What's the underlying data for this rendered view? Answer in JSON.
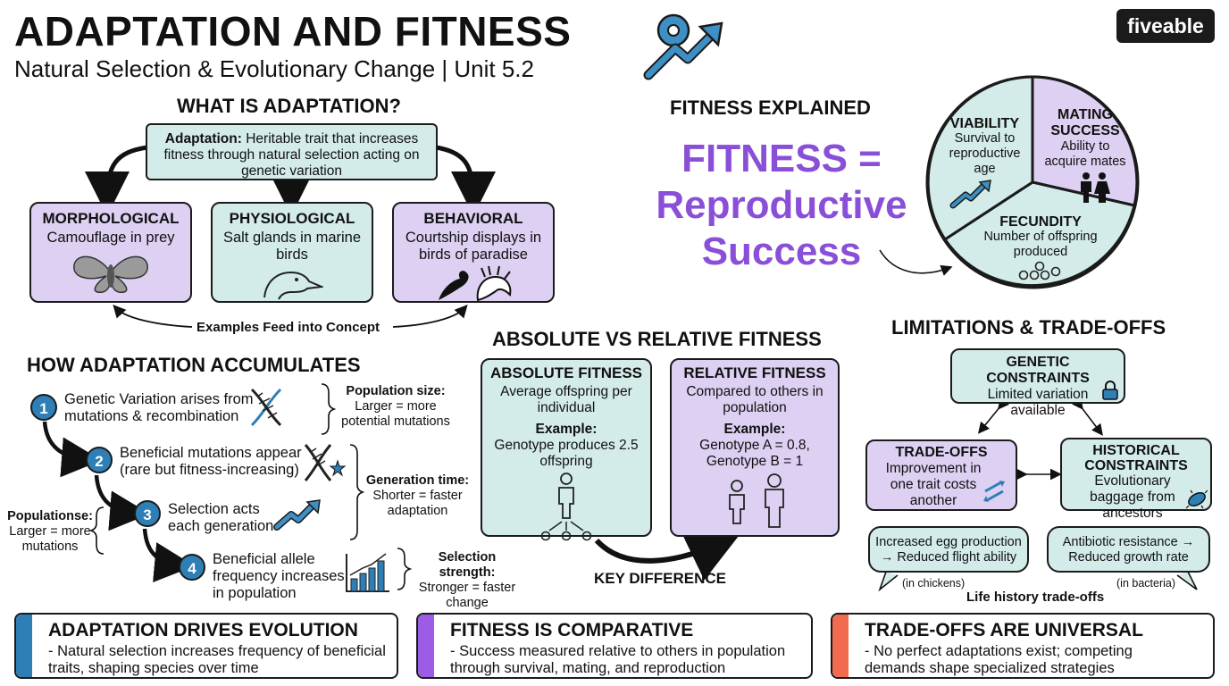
{
  "header": {
    "title": "ADAPTATION AND FITNESS",
    "subtitle": "Natural Selection & Evolutionary Change | Unit 5.2",
    "brand": "fiveable"
  },
  "adaptation": {
    "heading": "WHAT IS ADAPTATION?",
    "definition_label": "Adaptation:",
    "definition_text": "Heritable trait that increases fitness through natural selection acting on genetic variation",
    "types": [
      {
        "title": "MORPHOLOGICAL",
        "text": "Camouflage in prey",
        "icon": "moth-icon"
      },
      {
        "title": "PHYSIOLOGICAL",
        "text": "Salt glands in marine birds",
        "icon": "bird-head-icon"
      },
      {
        "title": "BEHAVIORAL",
        "text": "Courtship displays in birds of paradise",
        "icon": "bird-of-paradise-icon"
      }
    ],
    "feed_label": "Examples Feed into Concept"
  },
  "accumulation": {
    "heading": "HOW ADAPTATION ACCUMULATES",
    "steps": [
      {
        "num": "1",
        "text": "Genetic Variation arises from mutations & recombination"
      },
      {
        "num": "2",
        "text": "Beneficial mutations appear (rare but fitness-increasing)"
      },
      {
        "num": "3",
        "text": "Selection acts each generation"
      },
      {
        "num": "4",
        "text": "Beneficial allele frequency increases in population"
      }
    ],
    "factors": [
      {
        "label": "Population size:",
        "text": "Larger = more potential mutations"
      },
      {
        "label": "Generation time:",
        "text": "Shorter = faster adaptation"
      },
      {
        "label": "Selection strength:",
        "text": "Stronger = faster change"
      }
    ],
    "left_factor": {
      "label": "Populationse:",
      "text": "Larger = more mutations"
    }
  },
  "fitness": {
    "heading": "FITNESS EXPLAINED",
    "equation_line1": "FITNESS =",
    "equation_line2": "Reproductive",
    "equation_line3": "Success",
    "components": [
      {
        "title": "VIABILITY",
        "text": "Survival to reproductive age"
      },
      {
        "title": "MATING SUCCESS",
        "text": "Ability to acquire mates"
      },
      {
        "title": "FECUNDITY",
        "text": "Number of offspring produced"
      }
    ]
  },
  "abs_rel": {
    "heading": "ABSOLUTE VS RELATIVE FITNESS",
    "absolute": {
      "title": "ABSOLUTE FITNESS",
      "text": "Average offspring per individual",
      "example_label": "Example:",
      "example_text": "Genotype produces 2.5 offspring"
    },
    "relative": {
      "title": "RELATIVE FITNESS",
      "text": "Compared to others in population",
      "example_label": "Example:",
      "example_text": "Genotype A = 0.8, Genotype B = 1"
    },
    "key_difference": "KEY DIFFERENCE"
  },
  "limits": {
    "heading": "LIMITATIONS & TRADE-OFFS",
    "genetic": {
      "title": "GENETIC CONSTRAINTS",
      "text": "Limited variation available"
    },
    "tradeoffs": {
      "title": "TRADE-OFFS",
      "text": "Improvement in one trait costs another"
    },
    "historical": {
      "title": "HISTORICAL CONSTRAINTS",
      "text": "Evolutionary baggage from ancestors"
    },
    "example1": {
      "text": "Increased egg production → Reduced flight ability",
      "note": "(in chickens)"
    },
    "example2": {
      "text": "Antibiotic resistance → Reduced growth rate",
      "note": "(in bacteria)"
    },
    "caption": "Life history trade-offs"
  },
  "summaries": [
    {
      "title": "ADAPTATION DRIVES EVOLUTION",
      "text": "- Natural selection increases frequency of beneficial traits, shaping species over time",
      "color": "#2d7fb5"
    },
    {
      "title": "FITNESS IS COMPARATIVE",
      "text": "- Success measured relative to others in population through survival, mating, and reproduction",
      "color": "#9b5de5"
    },
    {
      "title": "TRADE-OFFS ARE UNIVERSAL",
      "text": "- No perfect adaptations exist; competing demands shape specialized strategies",
      "color": "#f26b4f"
    }
  ],
  "colors": {
    "teal": "#d3ecea",
    "purple": "#ddd0f2",
    "accent_blue": "#2d7fb5",
    "accent_purple": "#9b5de5",
    "accent_orange": "#f26b4f"
  }
}
